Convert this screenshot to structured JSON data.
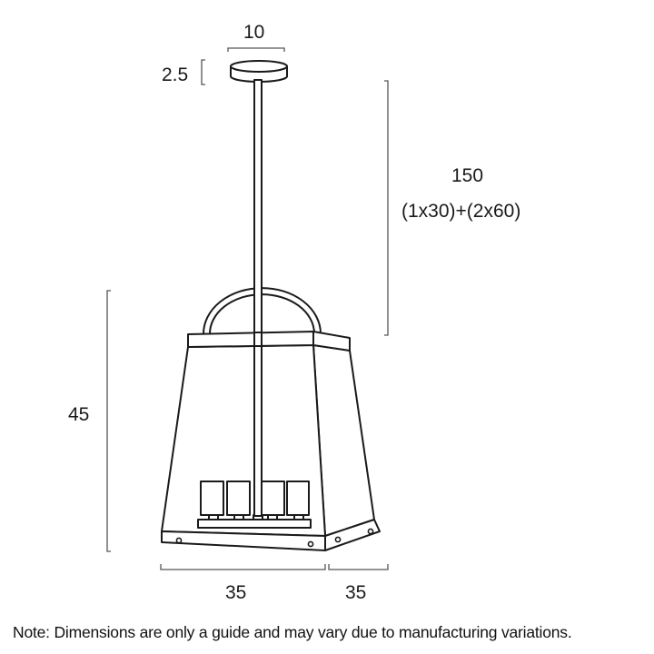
{
  "diagram": {
    "subject": "pendant-lantern-dimension-drawing",
    "stroke_color": "#1a1a1a",
    "dimension_line_color": "#555555",
    "background": "#ffffff"
  },
  "dimensions": {
    "canopy_width": "10",
    "canopy_height": "2.5",
    "drop_length": "150",
    "drop_rods": "(1x30)+(2x60)",
    "body_height": "45",
    "body_width_front": "35",
    "body_width_side": "35"
  },
  "note": "Note: Dimensions are only a guide and may vary due to manufacturing variations."
}
